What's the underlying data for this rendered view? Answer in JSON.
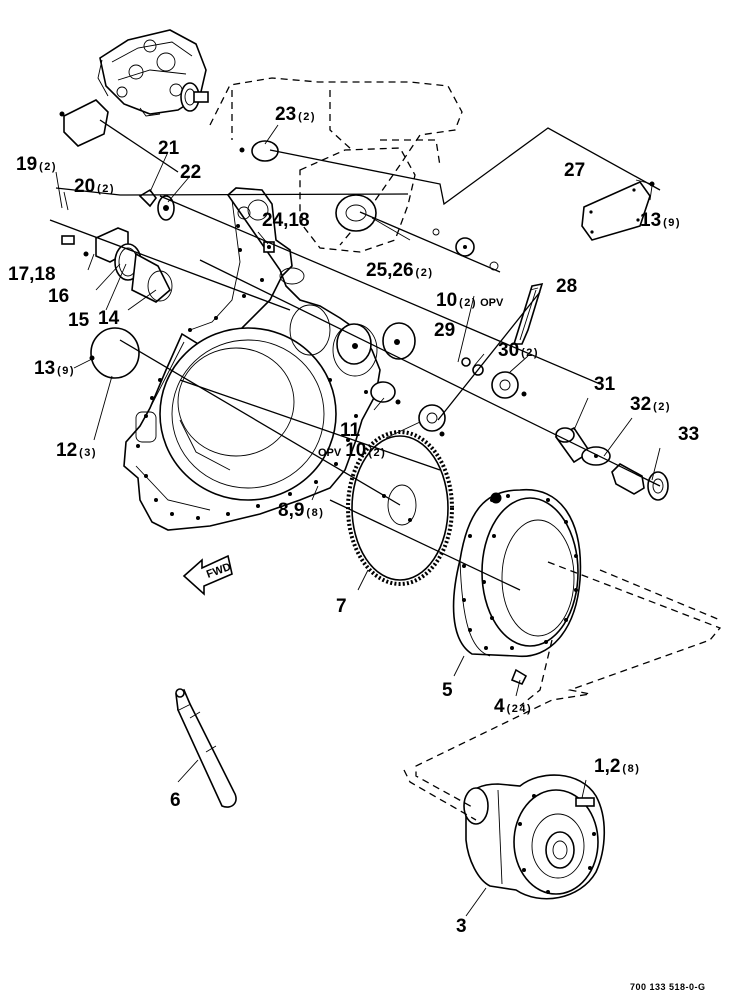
{
  "diagram": {
    "reference": "700 133 518-0-G",
    "direction_arrow": "FWD",
    "callouts": {
      "c1_2": {
        "label": "1,2",
        "qty": "(8)"
      },
      "c3": {
        "label": "3",
        "qty": ""
      },
      "c4": {
        "label": "4",
        "qty": "(24)"
      },
      "c5": {
        "label": "5",
        "qty": ""
      },
      "c6": {
        "label": "6",
        "qty": ""
      },
      "c7": {
        "label": "7",
        "qty": ""
      },
      "c8_9": {
        "label": "8,9",
        "qty": "(8)"
      },
      "c10a": {
        "label": "10",
        "qty": "(2)",
        "note": "OPV"
      },
      "c10b": {
        "label": "10",
        "qty": "(2)",
        "note": "OPV"
      },
      "c11": {
        "label": "11",
        "qty": ""
      },
      "c12": {
        "label": "12",
        "qty": "(3)"
      },
      "c13a": {
        "label": "13",
        "qty": "(9)"
      },
      "c13b": {
        "label": "13",
        "qty": "(9)"
      },
      "c14": {
        "label": "14",
        "qty": ""
      },
      "c15": {
        "label": "15",
        "qty": ""
      },
      "c16": {
        "label": "16",
        "qty": ""
      },
      "c17_18": {
        "label": "17,18",
        "qty": ""
      },
      "c19": {
        "label": "19",
        "qty": "(2)"
      },
      "c20": {
        "label": "20",
        "qty": "(2)"
      },
      "c21": {
        "label": "21",
        "qty": ""
      },
      "c22": {
        "label": "22",
        "qty": ""
      },
      "c23": {
        "label": "23",
        "qty": "(2)"
      },
      "c24_18": {
        "label": "24,18",
        "qty": ""
      },
      "c25_26": {
        "label": "25,26",
        "qty": "(2)"
      },
      "c27": {
        "label": "27",
        "qty": ""
      },
      "c28": {
        "label": "28",
        "qty": ""
      },
      "c29": {
        "label": "29",
        "qty": ""
      },
      "c30": {
        "label": "30",
        "qty": "(2)"
      },
      "c31": {
        "label": "31",
        "qty": ""
      },
      "c32": {
        "label": "32",
        "qty": "(2)"
      },
      "c33": {
        "label": "33",
        "qty": ""
      }
    }
  }
}
